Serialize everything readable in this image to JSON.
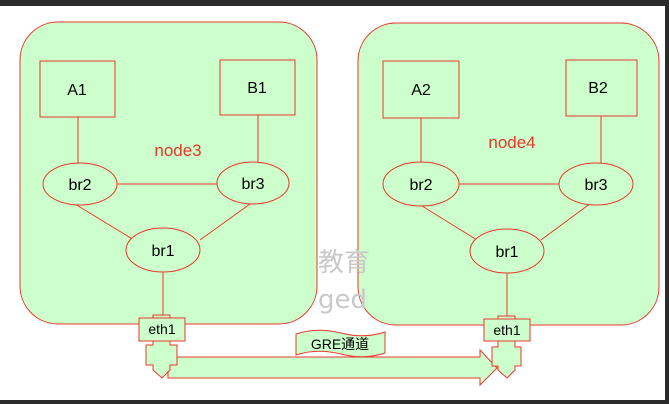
{
  "colors": {
    "frame": "#2b2b2b",
    "node_fill": "#ccffcc",
    "stroke": "#e8382c",
    "text": "#000000",
    "node_label": "#e8382c"
  },
  "watermark": {
    "line1": "教育",
    "line2": "ged"
  },
  "nodes": {
    "left": {
      "name": "node3",
      "box_a": "A1",
      "box_b": "B1",
      "br_left": "br2",
      "br_right": "br3",
      "br_bottom": "br1",
      "eth": "eth1"
    },
    "right": {
      "name": "node4",
      "box_a": "A2",
      "box_b": "B2",
      "br_left": "br2",
      "br_right": "br3",
      "br_bottom": "br1",
      "eth": "eth1"
    }
  },
  "tunnel": {
    "label": "GRE通道"
  }
}
